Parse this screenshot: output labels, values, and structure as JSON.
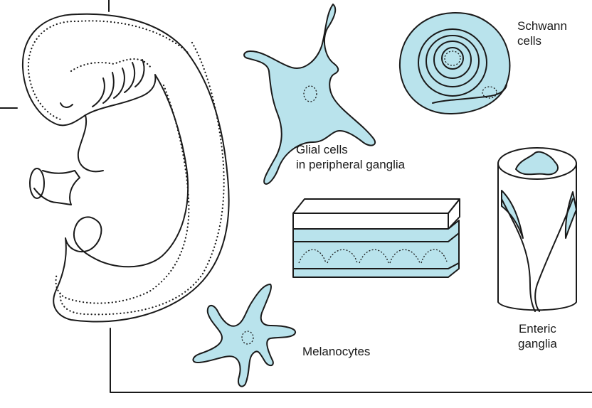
{
  "labels": {
    "schwann": [
      "Schwann",
      "cells"
    ],
    "glial": [
      "Glial cells",
      "in peripheral ganglia"
    ],
    "enteric": [
      "Enteric",
      "ganglia"
    ],
    "melanocytes": "Melanocytes"
  },
  "colors": {
    "cell_fill": "#b9e3ec",
    "outline": "#1a1a1a",
    "background": "#ffffff"
  }
}
